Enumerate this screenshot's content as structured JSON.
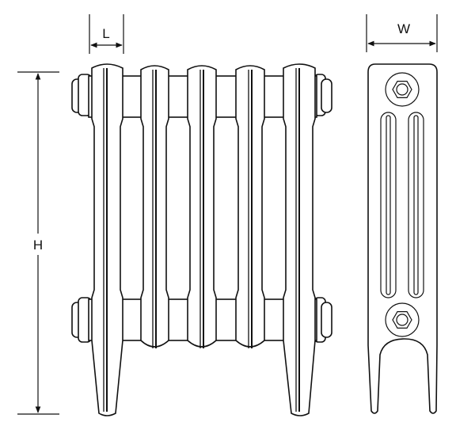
{
  "dimensions": {
    "length_label": "L",
    "width_label": "W",
    "height_label": "H"
  },
  "radiator": {
    "front_view_sections": 5,
    "side_view_columns": 3
  }
}
